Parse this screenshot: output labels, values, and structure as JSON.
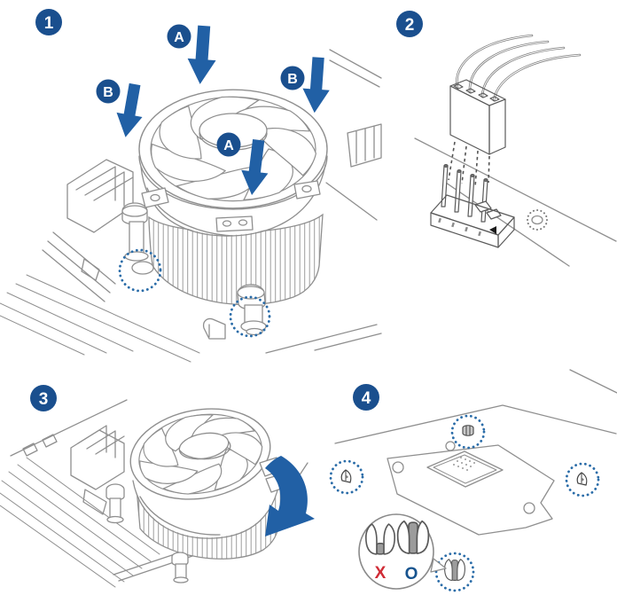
{
  "figure": {
    "steps": [
      {
        "number": "1"
      },
      {
        "number": "2"
      },
      {
        "number": "3"
      },
      {
        "number": "4"
      }
    ],
    "step1_arrow_labels": {
      "top": "A",
      "left": "B",
      "right": "B",
      "front": "A"
    },
    "step4_markers": {
      "wrong": "X",
      "correct": "O"
    }
  },
  "colors": {
    "badge_blue": "#1a4f8e",
    "arrow_blue": "#2160a5",
    "dot_blue": "#2a6ca8",
    "wrong_red": "#d02b35",
    "correct_blue": "#17548f",
    "line_gray": "#8f8f8f",
    "dark_gray": "#5a5a5a"
  }
}
